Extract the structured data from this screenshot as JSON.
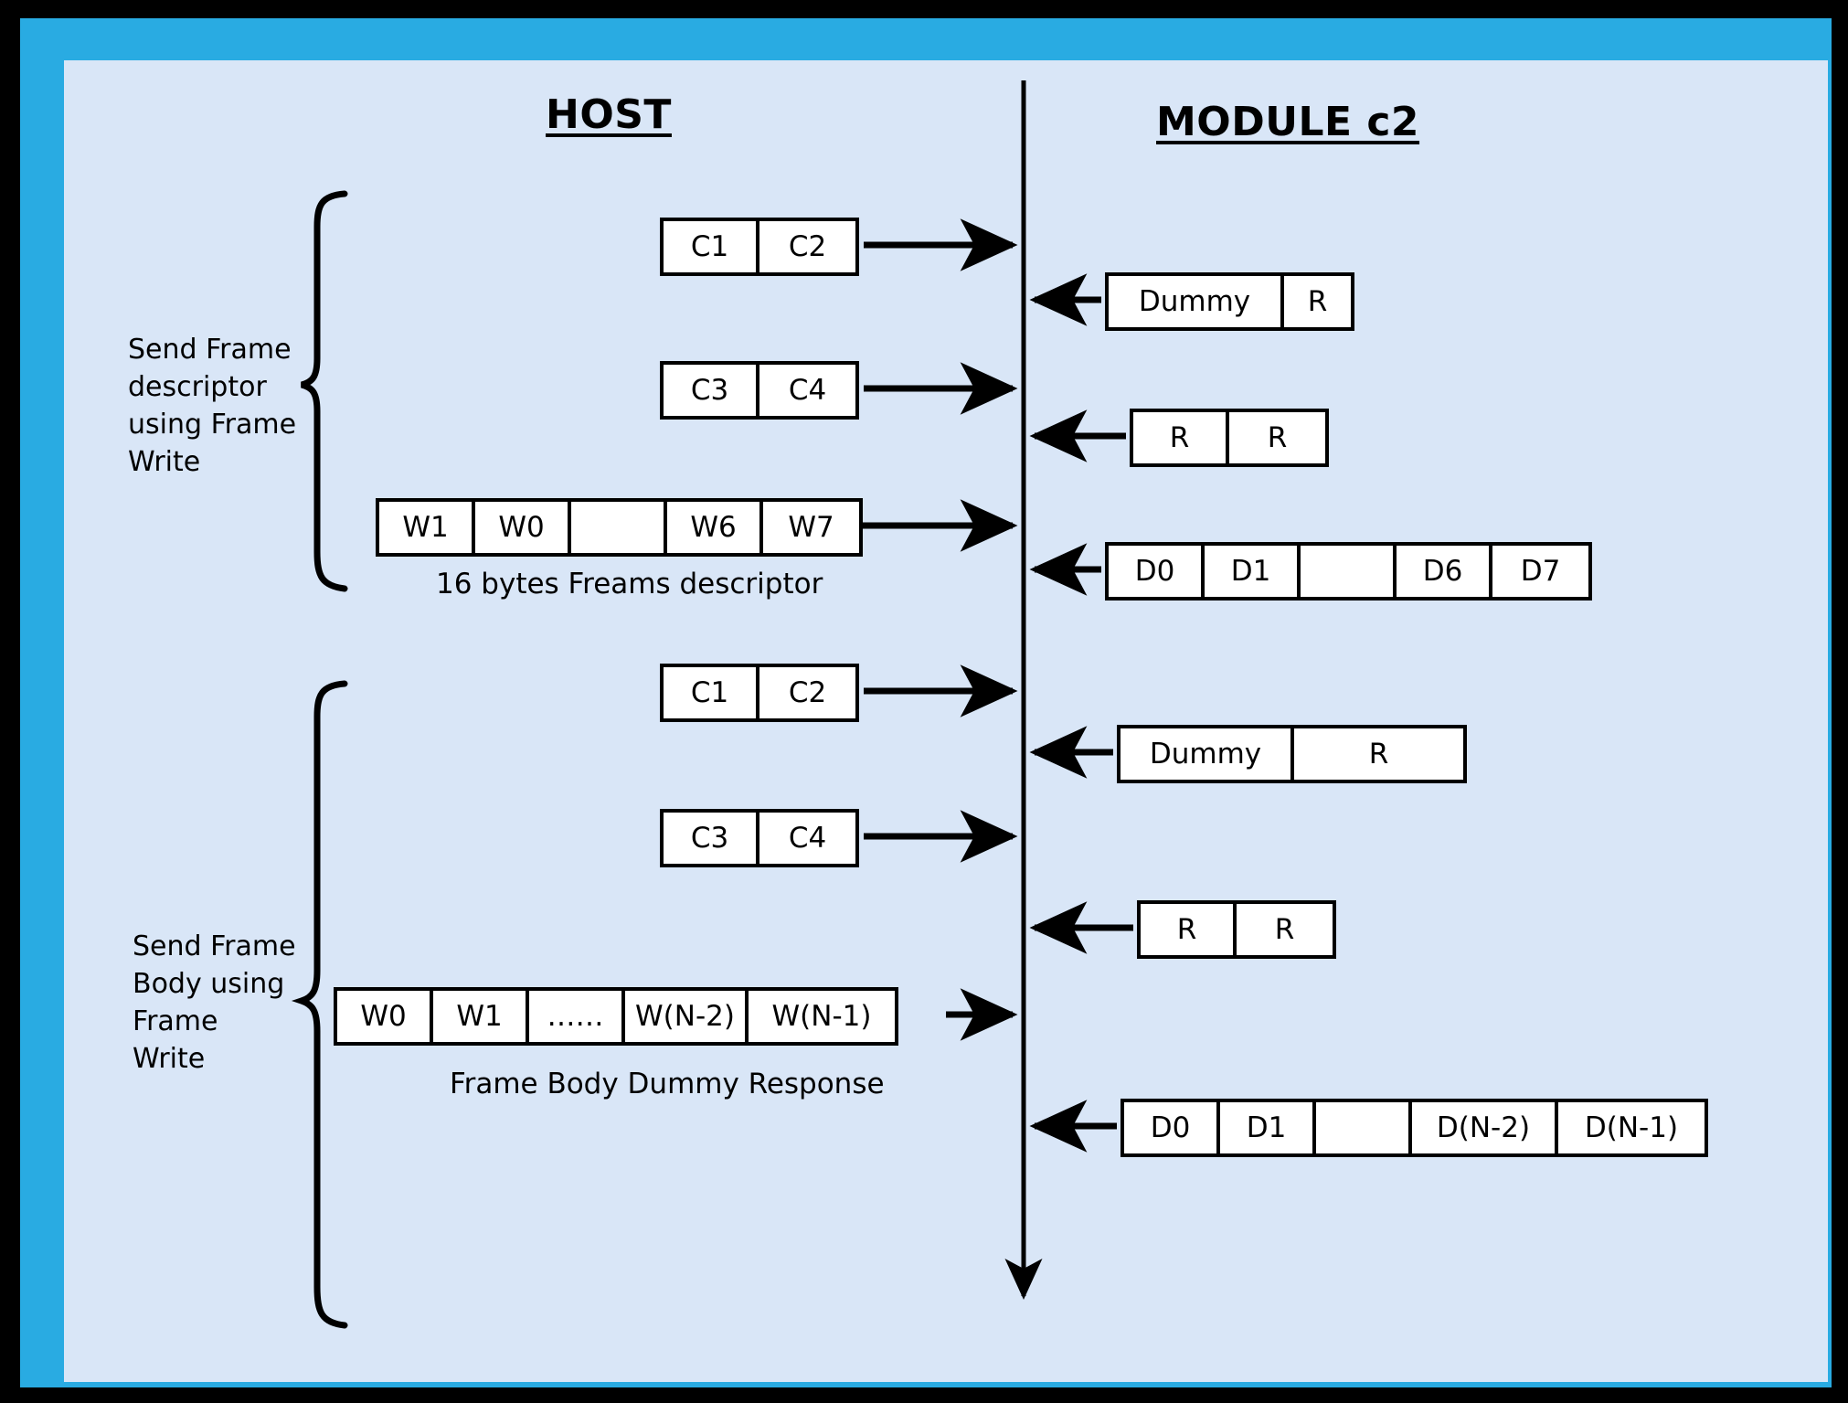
{
  "diagram": {
    "title_host": "HOST",
    "title_module": "MODULE c2",
    "colors": {
      "outer_border": "#000000",
      "inner_border": "#29abe2",
      "background": "#d9e6f7",
      "box_fill": "#ffffff",
      "line": "#000000"
    },
    "lifeline": {
      "name": "module-lifeline",
      "direction": "down"
    },
    "sections": [
      {
        "brace_label": "Send Frame\ndescriptor\nusing Frame\nWrite",
        "caption": "16 bytes Freams descriptor",
        "exchanges": [
          {
            "side": "host",
            "direction": "to-module",
            "cells": [
              "C1",
              "C2"
            ]
          },
          {
            "side": "module",
            "direction": "to-host",
            "cells": [
              "Dummy",
              "R"
            ]
          },
          {
            "side": "host",
            "direction": "to-module",
            "cells": [
              "C3",
              "C4"
            ]
          },
          {
            "side": "module",
            "direction": "to-host",
            "cells": [
              "R",
              "R"
            ]
          },
          {
            "side": "host",
            "direction": "to-module",
            "cells": [
              "W1",
              "W0",
              "",
              "W6",
              "W7"
            ]
          },
          {
            "side": "module",
            "direction": "to-host",
            "cells": [
              "D0",
              "D1",
              "",
              "D6",
              "D7"
            ]
          }
        ]
      },
      {
        "brace_label": "Send Frame\nBody using\nFrame\nWrite",
        "caption": "Frame Body Dummy Response",
        "exchanges": [
          {
            "side": "host",
            "direction": "to-module",
            "cells": [
              "C1",
              "C2"
            ]
          },
          {
            "side": "module",
            "direction": "to-host",
            "cells": [
              "Dummy",
              "R"
            ]
          },
          {
            "side": "host",
            "direction": "to-module",
            "cells": [
              "C3",
              "C4"
            ]
          },
          {
            "side": "module",
            "direction": "to-host",
            "cells": [
              "R",
              "R"
            ]
          },
          {
            "side": "host",
            "direction": "to-module",
            "cells": [
              "W0",
              "W1",
              "……",
              "W(N-2)",
              "W(N-1)"
            ]
          },
          {
            "side": "module",
            "direction": "to-host",
            "cells": [
              "D0",
              "D1",
              "",
              "D(N-2)",
              "D(N-1)"
            ]
          }
        ]
      }
    ],
    "packets": {
      "s1_c1c2": [
        "C1",
        "C2"
      ],
      "s1_dummyR": [
        "Dummy",
        "R"
      ],
      "s1_c3c4": [
        "C3",
        "C4"
      ],
      "s1_rr": [
        "R",
        "R"
      ],
      "s1_w": [
        "W1",
        "W0",
        "",
        "W6",
        "W7"
      ],
      "s1_d": [
        "D0",
        "D1",
        "",
        "D6",
        "D7"
      ],
      "s2_c1c2": [
        "C1",
        "C2"
      ],
      "s2_dummyR": [
        "Dummy",
        "R"
      ],
      "s2_c3c4": [
        "C3",
        "C4"
      ],
      "s2_rr": [
        "R",
        "R"
      ],
      "s2_w": [
        "W0",
        "W1",
        "……",
        "W(N-2)",
        "W(N-1)"
      ],
      "s2_d": [
        "D0",
        "D1",
        "",
        "D(N-2)",
        "D(N-1)"
      ]
    }
  }
}
